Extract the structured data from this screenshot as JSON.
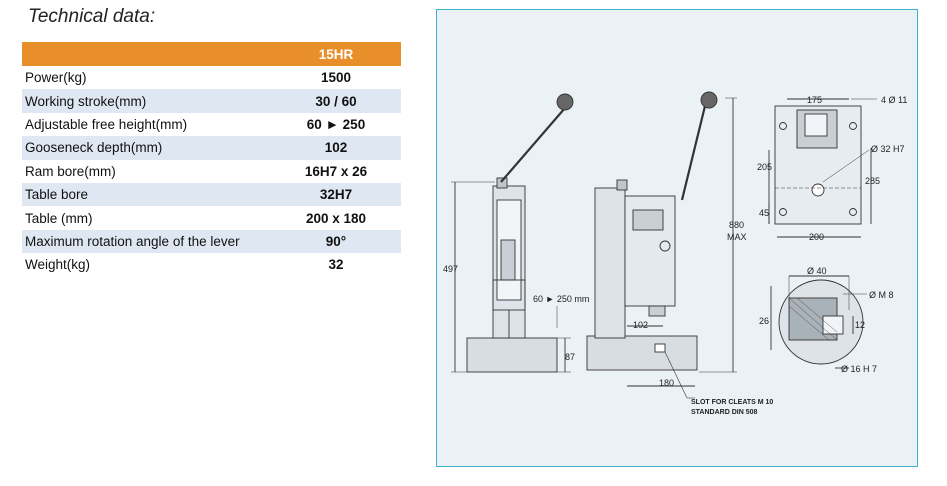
{
  "page": {
    "heading": "Technical data:"
  },
  "table": {
    "model": "15HR",
    "rows": [
      {
        "label": "Power(kg)",
        "value": "1500"
      },
      {
        "label": "Working stroke(mm)",
        "value": "30 / 60"
      },
      {
        "label": "Adjustable free height(mm)",
        "value": "60 ► 250"
      },
      {
        "label": "Gooseneck depth(mm)",
        "value": "102"
      },
      {
        "label": "Ram bore(mm)",
        "value": "16H7 x 26"
      },
      {
        "label": "Table bore",
        "value": "32H7"
      },
      {
        "label": "Table (mm)",
        "value": "200 x 180"
      },
      {
        "label": "Maximum rotation angle of the lever",
        "value": "90°"
      },
      {
        "label": "Weight(kg)",
        "value": "32"
      }
    ]
  },
  "drawing": {
    "dim_497": "497",
    "dim_87": "87",
    "dim_free_height": "60 ► 250 mm",
    "dim_102": "102",
    "dim_180": "180",
    "dim_880": "880",
    "dim_max": "MAX",
    "slot_note_1": "SLOT FOR CLEATS M 10",
    "slot_note_2": "STANDARD DIN 508",
    "dim_175": "175",
    "dim_holes": "4 Ø 11",
    "dim_bore": "Ø 32 H7",
    "dim_205": "205",
    "dim_285": "285",
    "dim_45": "45",
    "dim_200": "200",
    "dim_d40": "Ø 40",
    "dim_m8": "Ø M 8",
    "dim_26": "26",
    "dim_12": "12",
    "dim_d16": "Ø 16 H 7"
  },
  "colors": {
    "header_bg": "#e88f2c",
    "row_alt_bg": "#dfe8f2",
    "panel_border": "#3fb1cf",
    "panel_bg": "#eaf2f6"
  }
}
